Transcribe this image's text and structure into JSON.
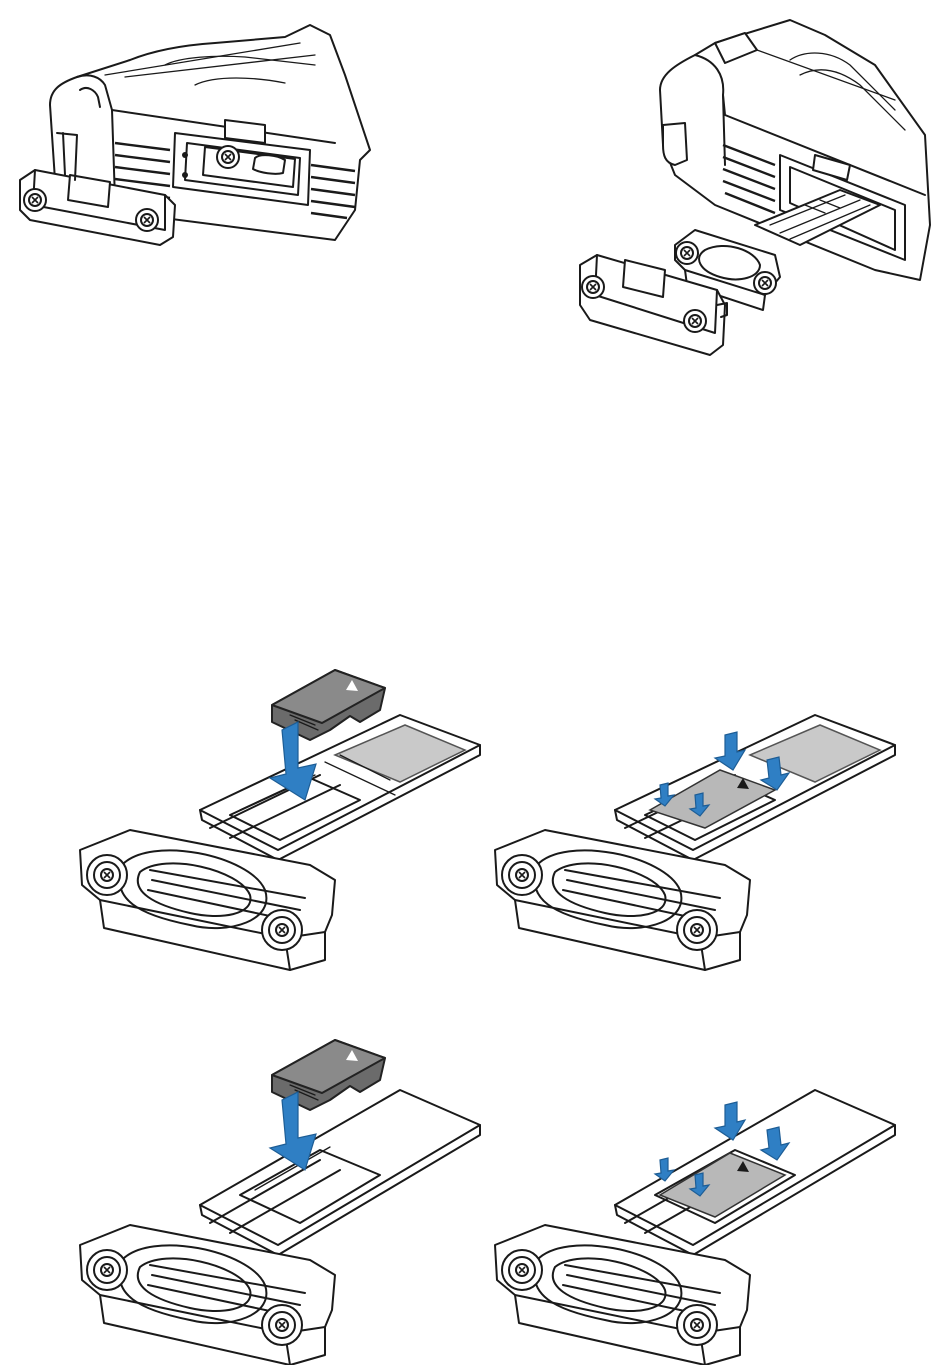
{
  "figure": {
    "panels": [
      {
        "id": "device-cover-closed",
        "label": ""
      },
      {
        "id": "device-tray-open",
        "label": ""
      },
      {
        "id": "tray-insert-card-dual",
        "label": ""
      },
      {
        "id": "tray-card-seated-dual",
        "label": ""
      },
      {
        "id": "tray-insert-card-single",
        "label": ""
      },
      {
        "id": "tray-card-seated-single",
        "label": ""
      }
    ],
    "arrow_color": "#2f7fc4",
    "line_color": "#1a1a1a",
    "card_color": "#6b6b6b",
    "icons": [
      "insert-arrow-icon",
      "press-arrow-icon",
      "screw-icon",
      "card-triangle-icon"
    ]
  }
}
